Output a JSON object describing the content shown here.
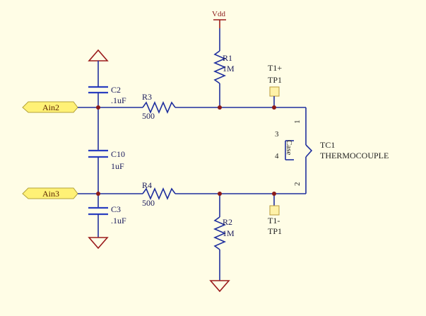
{
  "ports": {
    "ain2": "Ain2",
    "ain3": "Ain3"
  },
  "power": {
    "vdd": "Vdd"
  },
  "components": {
    "r1": {
      "ref": "R1",
      "value": "1M"
    },
    "r2": {
      "ref": "R2",
      "value": "1M"
    },
    "r3": {
      "ref": "R3",
      "value": "500"
    },
    "r4": {
      "ref": "R4",
      "value": "500"
    },
    "c2": {
      "ref": "C2",
      "value": ".1uF"
    },
    "c3": {
      "ref": "C3",
      "value": ".1uF"
    },
    "c10": {
      "ref": "C10",
      "value": "1uF"
    },
    "tc1": {
      "ref": "TC1",
      "value": "THERMOCOUPLE",
      "pin1": "1",
      "pin2": "2",
      "pin3": "3",
      "pin4": "4",
      "case_label": "Case"
    },
    "tp_plus": {
      "net": "T1+",
      "ref": "TP1"
    },
    "tp_minus": {
      "net": "T1-",
      "ref": "TP1"
    }
  },
  "colors": {
    "background": "#fffde6",
    "wire": "#1f2f9e",
    "power_symbol": "#9b1c1c",
    "junction": "#8b1a1a",
    "port_fill": "#fff176"
  }
}
